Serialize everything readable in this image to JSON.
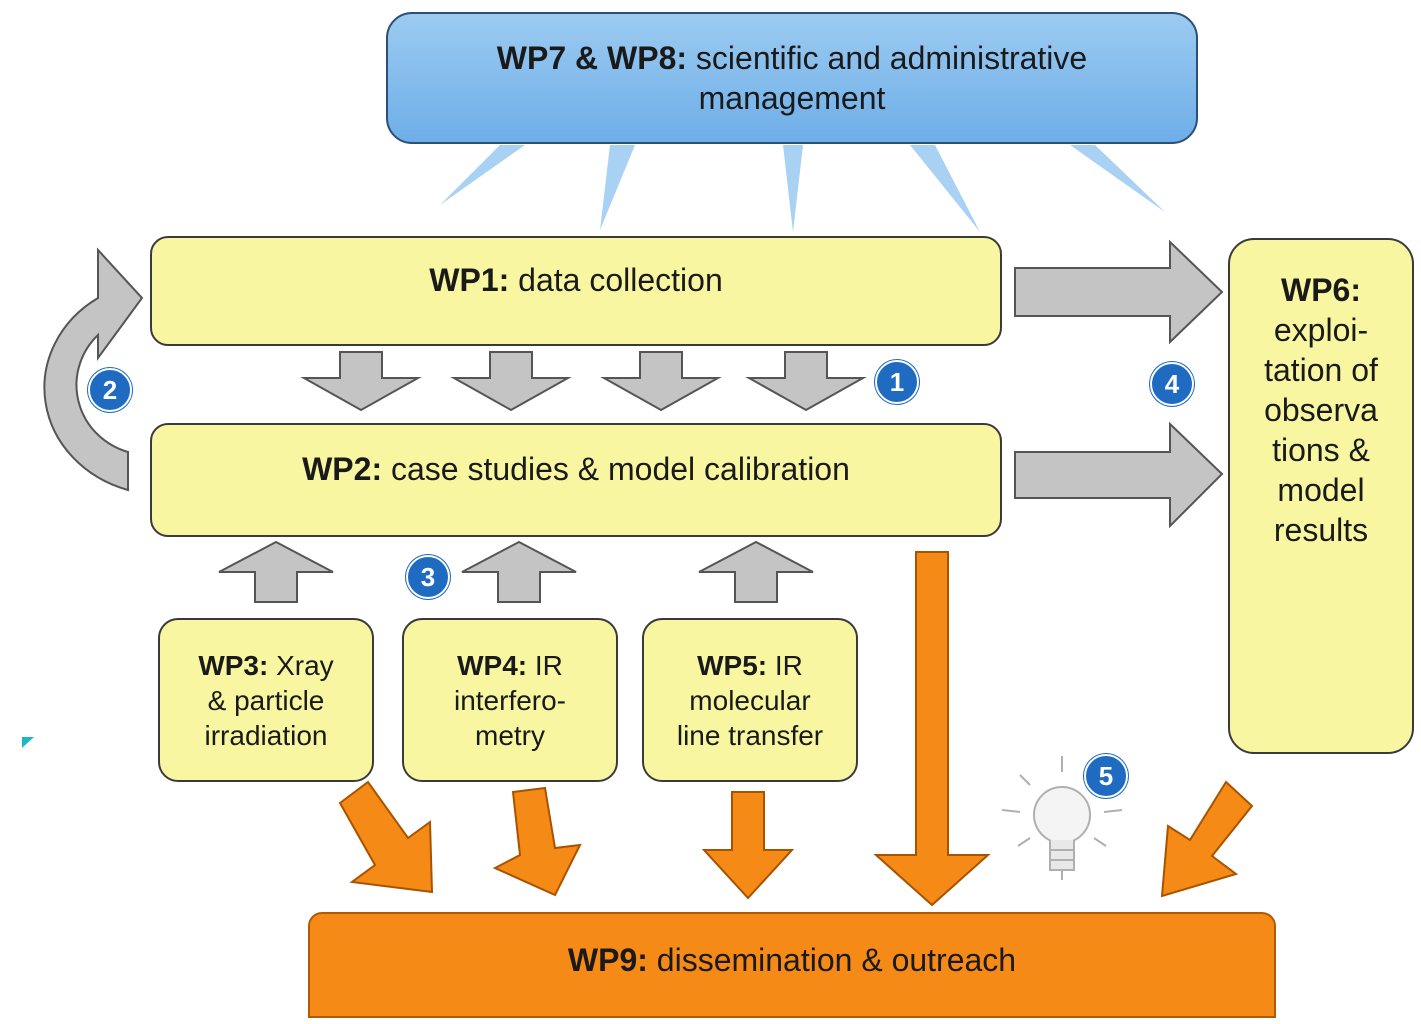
{
  "colors": {
    "yellow_box": "#f8f6a0",
    "blue_box": "#7db9ec",
    "orange_box": "#f58a16",
    "gray_arrow": "#c4c4c4",
    "badge_blue": "#1f6bc2"
  },
  "wp78": {
    "code": "WP7 & WP8:",
    "line1": "scientific and administrative",
    "line2": "management"
  },
  "wp1": {
    "code": "WP1:",
    "text": "data collection"
  },
  "wp2": {
    "code": "WP2:",
    "text": "case studies & model calibration"
  },
  "wp3": {
    "code": "WP3:",
    "line1": "Xray",
    "line2": "& particle",
    "line3": "irradiation"
  },
  "wp4": {
    "code": "WP4:",
    "line1": "IR",
    "line2": "interfero-",
    "line3": "metry"
  },
  "wp5": {
    "code": "WP5:",
    "line1": "IR",
    "line2": "molecular",
    "line3": "line transfer"
  },
  "wp6": {
    "code": "WP6:",
    "lines": [
      "exploi-",
      "tation of",
      "observa",
      "tions &",
      "model",
      "results"
    ]
  },
  "wp9": {
    "code": "WP9:",
    "text": "dissemination & outreach"
  },
  "badges": [
    "1",
    "2",
    "3",
    "4",
    "5"
  ],
  "icons": [
    "lightbulb-icon"
  ]
}
